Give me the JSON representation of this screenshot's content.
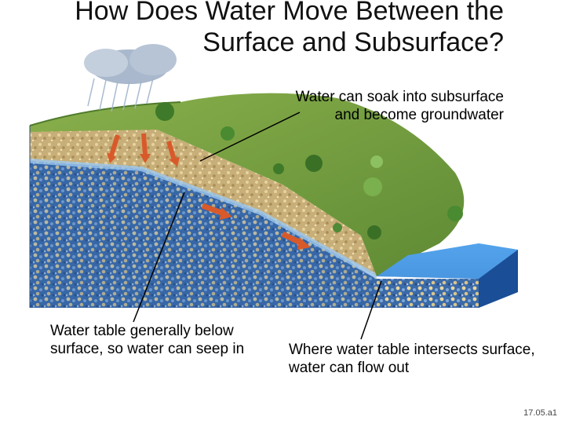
{
  "title": "How Does Water Move Between the Surface and Subsurface?",
  "labels": {
    "soak": "Water can soak into subsurface and become groundwater",
    "water_table": "Water table generally below surface, so water can seep in",
    "flow_out": "Where water table intersects surface, water can flow out"
  },
  "figure_ref": "17.05.a1",
  "colors": {
    "grass": "#6f9a3a",
    "soil": "#c9b07a",
    "aquifer": "#3f6fb0",
    "lake": "#2f7fd0",
    "flow_arrow": "#d85a2a"
  }
}
